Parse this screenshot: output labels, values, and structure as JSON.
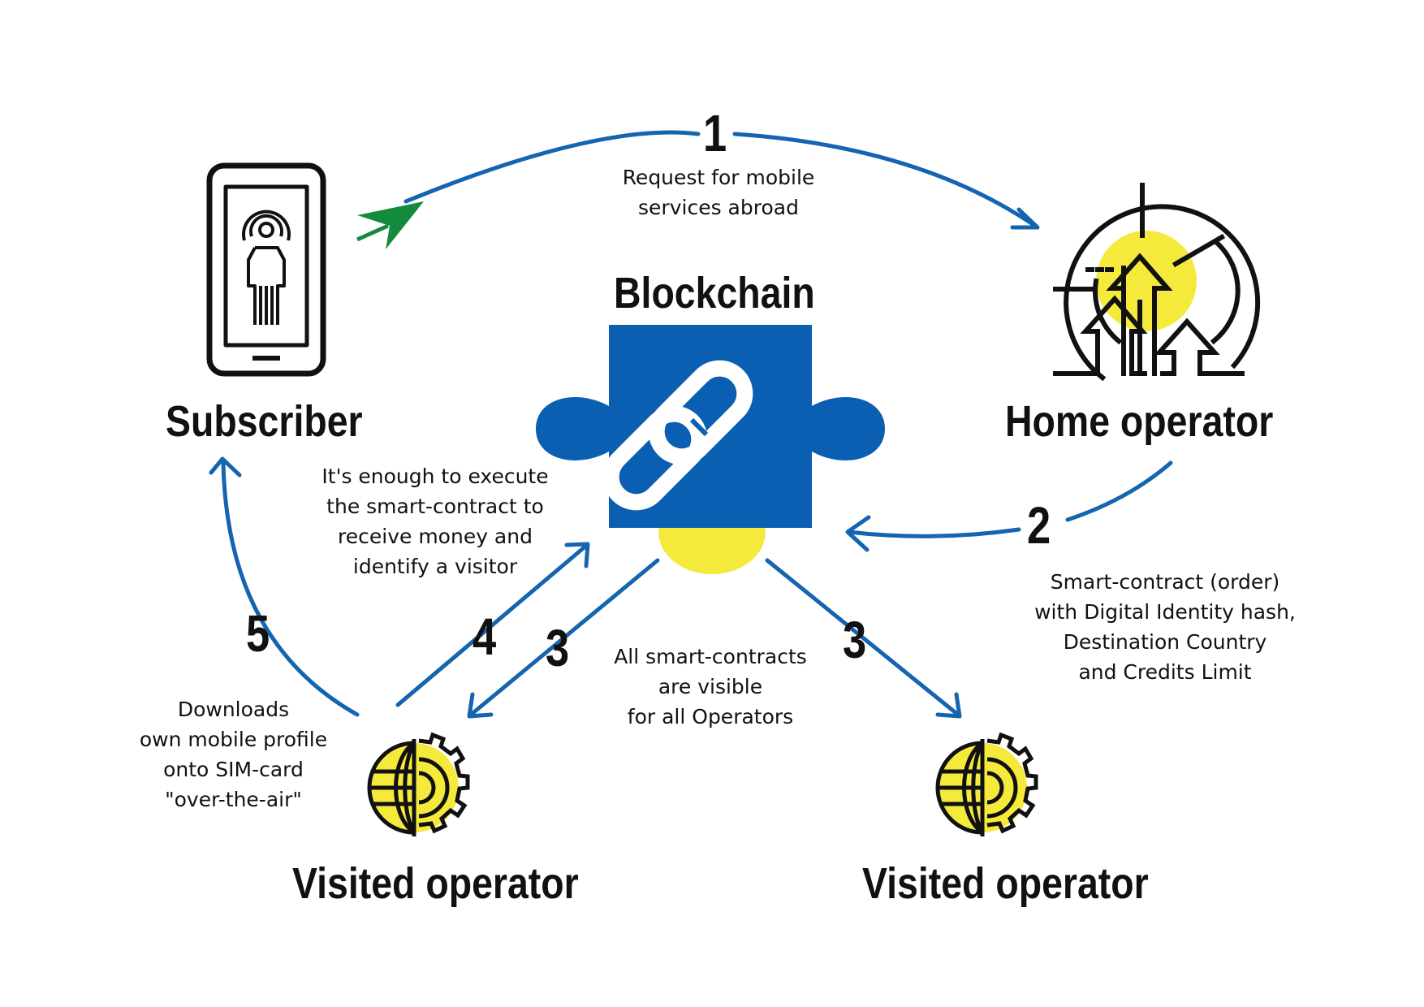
{
  "nodes": {
    "subscriber": "Subscriber",
    "home_operator": "Home operator",
    "blockchain": "Blockchain",
    "visited_left": "Visited operator",
    "visited_right": "Visited operator"
  },
  "steps": {
    "s1": "1",
    "s2": "2",
    "s3_left": "3",
    "s3_right": "3",
    "s4": "4",
    "s5": "5"
  },
  "notes": {
    "request": [
      "Request for mobile",
      "services abroad"
    ],
    "smart_contract": [
      "Smart-contract (order)",
      "with Digital Identity hash,",
      "Destination Country",
      "and Credits Limit"
    ],
    "enough": [
      "It's enough to execute",
      "the smart-contract to",
      "receive money and",
      "identify a visitor"
    ],
    "visible": [
      "All smart-contracts",
      "are visible",
      "for all Operators"
    ],
    "downloads": [
      "Downloads",
      "own mobile profile",
      "onto SIM-card",
      "\"over-the-air\""
    ]
  },
  "colors": {
    "arrow_blue": "#1464b0",
    "arrow_green": "#148a3c",
    "puzzle_blue": "#0a5fb3",
    "accent_yellow": "#f5ea3c",
    "ink": "#111111"
  },
  "icons": {
    "subscriber": "smartphone-person-icon",
    "home_operator": "radar-arrows-icon",
    "blockchain": "puzzle-chain-link-icon",
    "visited_operator": "globe-gear-icon"
  }
}
